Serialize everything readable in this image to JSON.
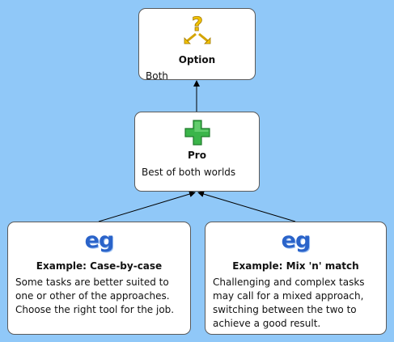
{
  "nodes": {
    "option": {
      "icon": "question-mark-arrows-icon",
      "title": "Option",
      "body": "Both"
    },
    "pro": {
      "icon": "green-plus-icon",
      "title": "Pro",
      "body": "Best of both worlds"
    },
    "case_by_case": {
      "icon": "eg-icon",
      "icon_text": "eg",
      "title": "Example: Case-by-case",
      "body_lines": [
        "Some tasks are better suited to",
        "one or other of the approaches.",
        "Choose the right tool for the job."
      ]
    },
    "mix_n_match": {
      "icon": "eg-icon",
      "icon_text": "eg",
      "title": "Example: Mix 'n' match",
      "body_lines": [
        "Challenging and complex tasks",
        "may call for a mixed approach,",
        "switching between the two to",
        "achieve a good result."
      ]
    }
  },
  "edges": [
    {
      "from": "pro",
      "to": "option"
    },
    {
      "from": "case_by_case",
      "to": "pro"
    },
    {
      "from": "mix_n_match",
      "to": "pro"
    }
  ],
  "colors": {
    "background": "#90c8f8",
    "node_fill": "#ffffff",
    "node_border": "#5a5a5a",
    "edge": "#000000",
    "eg_blue": "#2a63c9",
    "plus_green": "#3bb54a",
    "question_yellow": "#f2c200"
  }
}
